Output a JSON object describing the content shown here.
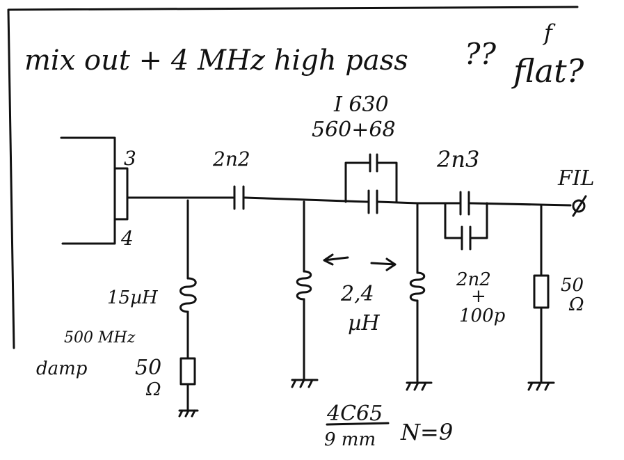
{
  "title": {
    "line": "mix out + 4 MHz high pass",
    "marks": "??",
    "flat": "flat?",
    "flat_prefix": "f"
  },
  "labels": {
    "pin3": "3",
    "pin4": "4",
    "cap1": "2n2",
    "cap_mid_line1": "I 630",
    "cap_mid_line2": "560+68",
    "cap_right": "2n3",
    "fil": "FIL",
    "l1_value": "15µH",
    "l1_freq": "500 MHz",
    "damp": "damp",
    "r1_line1": "50",
    "r1_line2": "Ω",
    "l_mid_value_line1": "2,4",
    "l_mid_value_line2": "µH",
    "cap_par_line1": "2n2",
    "cap_par_line2": "+",
    "cap_par_line3": "100p",
    "r2_line1": "50",
    "r2_line2": "Ω",
    "core_line1": "4C65",
    "core_line2": "9 mm",
    "turns": "N=9"
  },
  "colors": {
    "ink": "#111111",
    "paper": "#ffffff"
  }
}
